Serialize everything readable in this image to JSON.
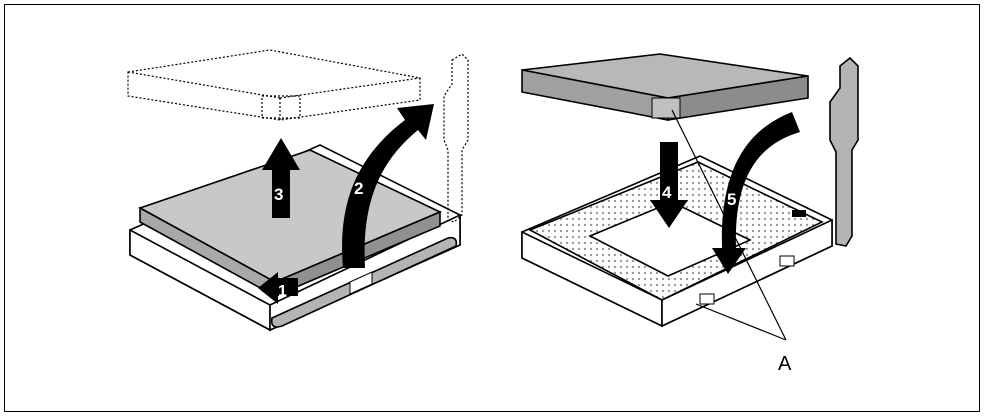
{
  "steps": {
    "s1": "1",
    "s2": "2",
    "s3": "3",
    "s4": "4",
    "s5": "5"
  },
  "callout_a": "A",
  "colors": {
    "cpu_fill": "#c8c8c8",
    "arrow_fill": "#000000",
    "lever_fill": "#b4b4b4",
    "socket_fill": "#ffffff",
    "outline": "#000000"
  }
}
